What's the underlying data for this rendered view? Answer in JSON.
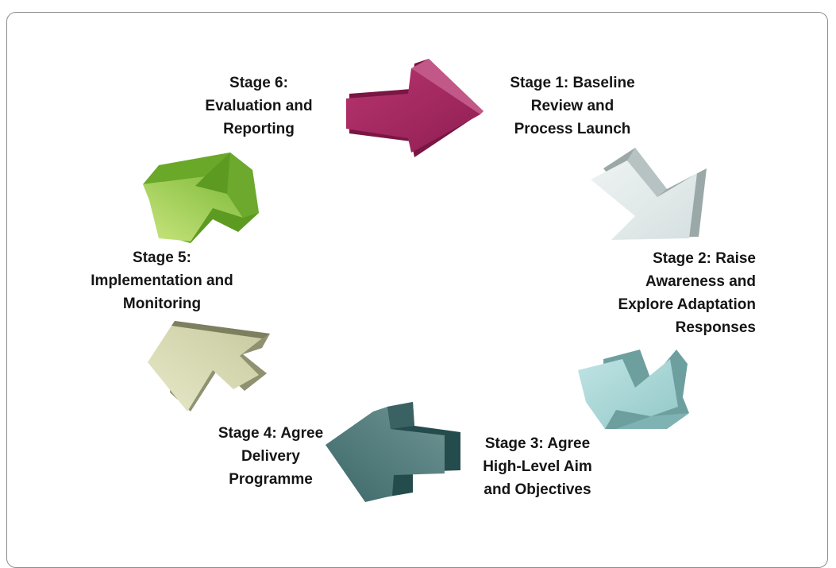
{
  "diagram": {
    "type": "cycle",
    "stages": [
      {
        "id": "s1",
        "label": "Stage 1: Baseline\nReview and\nProcess Launch",
        "color": "#a3245f"
      },
      {
        "id": "s2",
        "label": "Stage 2: Raise\nAwareness and\nExplore Adaptation\nResponses",
        "color": "#dfe7e7"
      },
      {
        "id": "s3",
        "label": "Stage 3: Agree\nHigh-Level Aim\nand Objectives",
        "color": "#a9d6d6"
      },
      {
        "id": "s4",
        "label": "Stage 4: Agree\nDelivery\nProgramme",
        "color": "#4f7a7a"
      },
      {
        "id": "s5",
        "label": "Stage 5:\nImplementation and\nMonitoring",
        "color": "#d7d9b3"
      },
      {
        "id": "s6",
        "label": "Stage 6:\nEvaluation and\nReporting",
        "color": "#8ec645"
      }
    ]
  }
}
